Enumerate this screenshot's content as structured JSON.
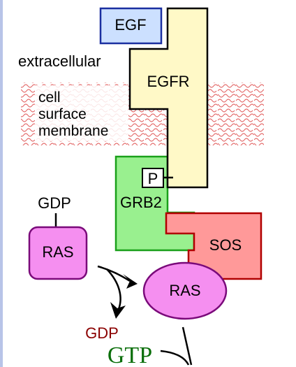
{
  "labels": {
    "egf": "EGF",
    "extracellular": "extracellular",
    "egfr": "EGFR",
    "membrane_line1": "cell",
    "membrane_line2": "surface",
    "membrane_line3": "membrane",
    "phosphate": "P",
    "grb2": "GRB2",
    "gdp_top": "GDP",
    "ras_left": "RAS",
    "sos": "SOS",
    "ras_right": "RAS",
    "gdp_bottom": "GDP",
    "gtp": "GTP"
  },
  "colors": {
    "egf_fill": "#cce0ff",
    "egf_stroke": "#1a2fa0",
    "egfr_fill": "#fff9c7",
    "grb2_fill": "#99f08f",
    "grb2_stroke": "#1aa01a",
    "sos_fill": "#ff9999",
    "sos_stroke": "#b00000",
    "ras_fill": "#f58ff0",
    "ras_stroke": "#7a0a7a",
    "membrane_squiggle": "#e05a5a",
    "gdp_bottom_text": "#8b0000",
    "gtp_text": "#0a6e0a"
  }
}
